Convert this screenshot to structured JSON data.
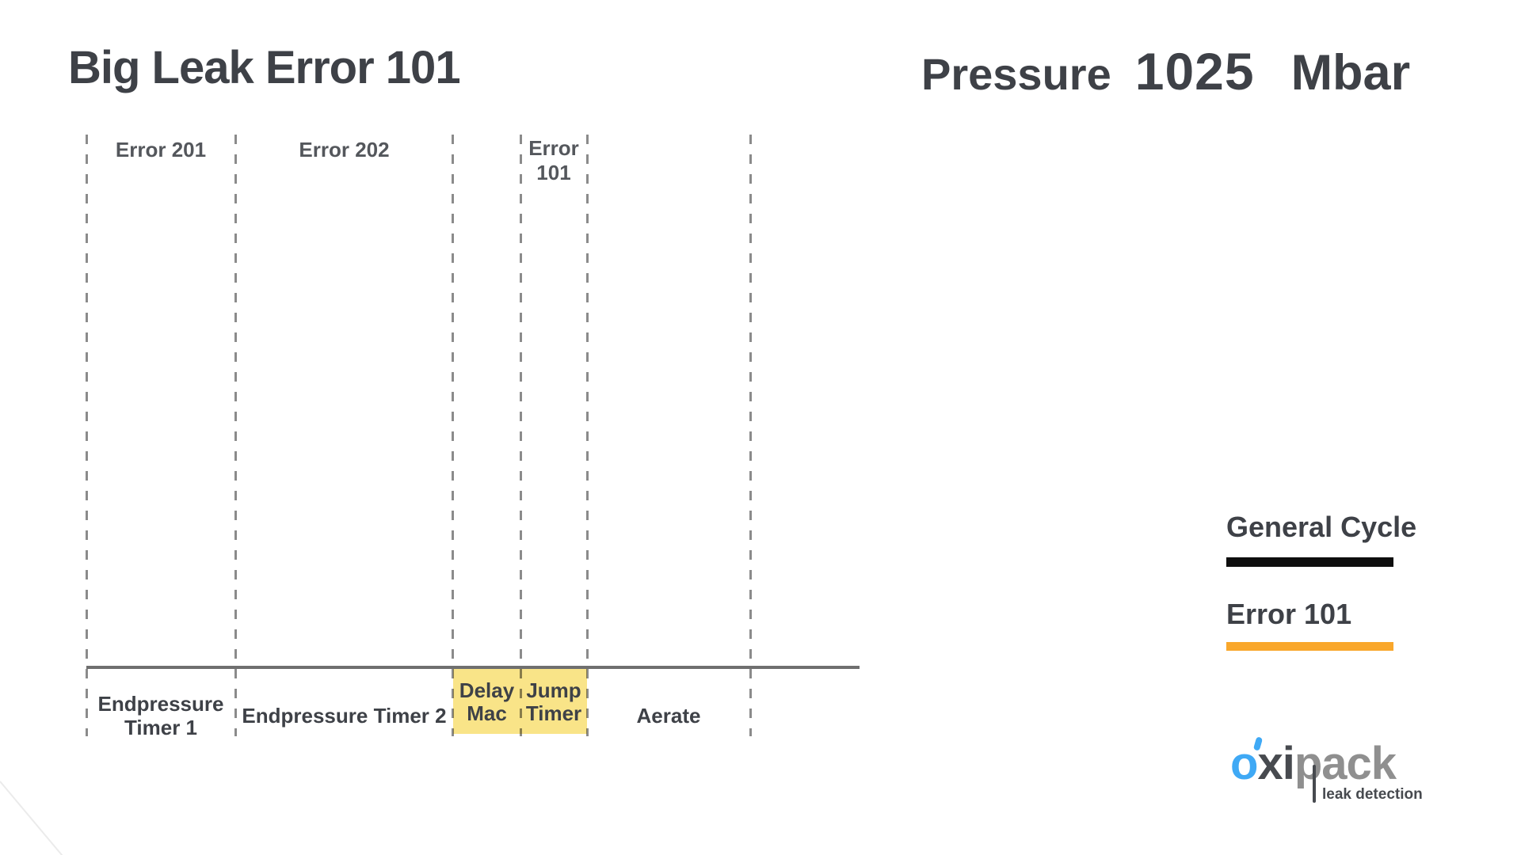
{
  "header": {
    "title": "Big Leak Error 101",
    "pressure_label": "Pressure",
    "pressure_value": "1025",
    "pressure_unit": "Mbar"
  },
  "timeline": {
    "error_sections": [
      {
        "label": "Error 201"
      },
      {
        "label": "Error 202"
      },
      {
        "line1": "Error",
        "line2": "101"
      }
    ],
    "phases": [
      {
        "line1": "Endpressure",
        "line2": "Timer 1",
        "highlighted": false
      },
      {
        "label": "Endpressure Timer 2",
        "highlighted": false
      },
      {
        "line1": "Delay",
        "line2": "Mac",
        "highlighted": true
      },
      {
        "line1": "Jump",
        "line2": "Timer",
        "highlighted": true
      },
      {
        "label": "Aerate",
        "highlighted": false
      }
    ]
  },
  "legend": {
    "items": [
      {
        "label": "General Cycle",
        "color": "#0E0E0E"
      },
      {
        "label": "Error 101",
        "color": "#F9A72B"
      }
    ]
  },
  "logo": {
    "o": "o",
    "xi": "xi",
    "pack": "pack",
    "subtitle": "leak detection"
  },
  "colors": {
    "text_dark": "#3E4147",
    "label_gray": "#54575C",
    "dash_gray": "#8B8B8B",
    "cycle_line_gray": "#6F6F6F",
    "highlight_yellow": "#F9E488",
    "legend_black": "#0E0E0E",
    "accent_orange": "#F9A72B",
    "logo_blue": "#3FA9F5",
    "logo_gray": "#8F8F8F"
  }
}
